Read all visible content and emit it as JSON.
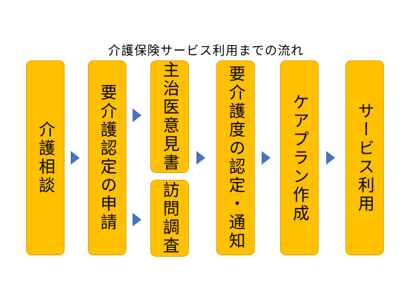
{
  "title": "介護保険サービス利用までの流れ",
  "steps": {
    "consult": "介護相談",
    "apply": "要介護認定の申請",
    "doctor_opinion": "主治医意見書",
    "visit_survey": "訪問調査",
    "notice": "要介護度の認定・通知",
    "care_plan": "ケアプラン作成",
    "service_use": "サービス利用"
  },
  "colors": {
    "box_fill": "#ffc000",
    "box_border": "#e0a000",
    "arrow": "#4472c4"
  }
}
